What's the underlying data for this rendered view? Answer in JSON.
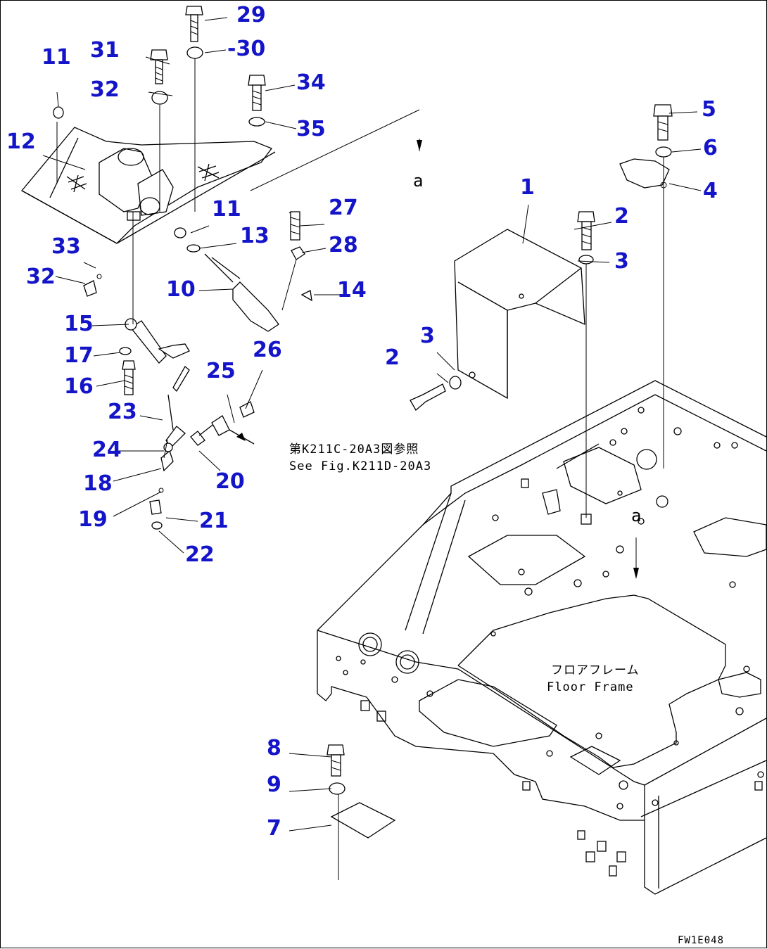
{
  "parts": [
    {
      "id": "n29",
      "text": "29"
    },
    {
      "id": "n30",
      "text": "-30"
    },
    {
      "id": "n31",
      "text": "31"
    },
    {
      "id": "n11a",
      "text": "11"
    },
    {
      "id": "n32a",
      "text": "32"
    },
    {
      "id": "n34",
      "text": "34"
    },
    {
      "id": "n35",
      "text": "35"
    },
    {
      "id": "n12",
      "text": "12"
    },
    {
      "id": "n11b",
      "text": "11"
    },
    {
      "id": "n27",
      "text": "27"
    },
    {
      "id": "n13",
      "text": "13"
    },
    {
      "id": "n28",
      "text": "28"
    },
    {
      "id": "n33",
      "text": "33"
    },
    {
      "id": "n32b",
      "text": "32"
    },
    {
      "id": "n10",
      "text": "10"
    },
    {
      "id": "n14",
      "text": "14"
    },
    {
      "id": "n15",
      "text": "15"
    },
    {
      "id": "n17",
      "text": "17"
    },
    {
      "id": "n16",
      "text": "16"
    },
    {
      "id": "n26",
      "text": "26"
    },
    {
      "id": "n25",
      "text": "25"
    },
    {
      "id": "n23",
      "text": "23"
    },
    {
      "id": "n24",
      "text": "24"
    },
    {
      "id": "n18",
      "text": "18"
    },
    {
      "id": "n20",
      "text": "20"
    },
    {
      "id": "n19",
      "text": "19"
    },
    {
      "id": "n21",
      "text": "21"
    },
    {
      "id": "n22",
      "text": "22"
    },
    {
      "id": "n1",
      "text": "1"
    },
    {
      "id": "n2a",
      "text": "2"
    },
    {
      "id": "n3a",
      "text": "3"
    },
    {
      "id": "n5",
      "text": "5"
    },
    {
      "id": "n6",
      "text": "6"
    },
    {
      "id": "n4",
      "text": "4"
    },
    {
      "id": "n3b",
      "text": "3"
    },
    {
      "id": "n2b",
      "text": "2"
    },
    {
      "id": "n8",
      "text": "8"
    },
    {
      "id": "n9",
      "text": "9"
    },
    {
      "id": "n7",
      "text": "7"
    }
  ],
  "notes": {
    "ref_jp": "第K211C-20A3図参照",
    "ref_en": "See Fig.K211D-20A3",
    "marker_a_top": "a",
    "marker_a_frame": "a",
    "floor_frame_jp": "フロアフレーム",
    "floor_frame_en": "Floor Frame",
    "figure_code": "FW1E048"
  },
  "colors": {
    "callout": "#1414c8",
    "line": "#000000"
  }
}
